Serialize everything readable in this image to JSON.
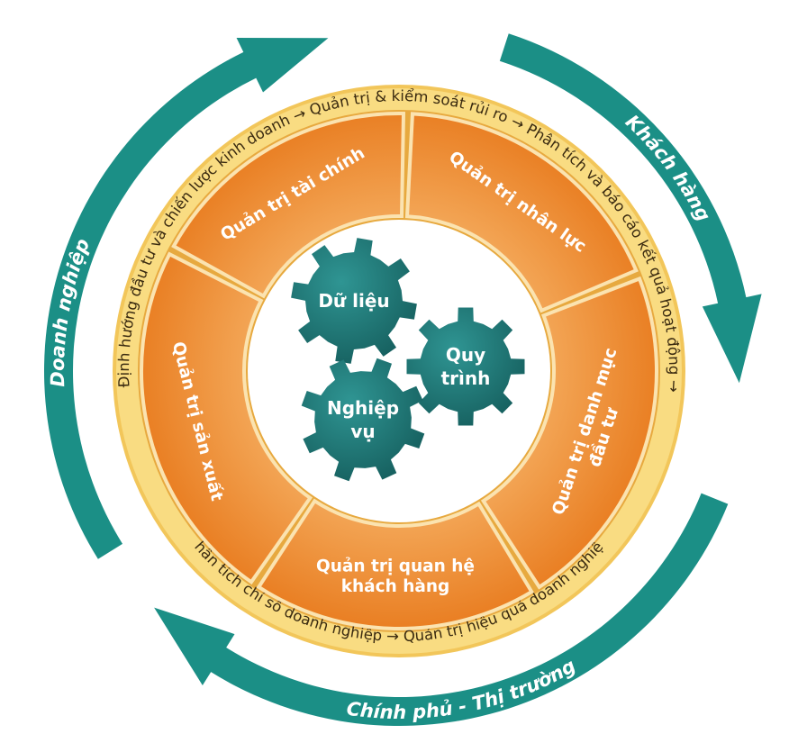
{
  "outer_arrows": [
    {
      "label": "Khách hàng"
    },
    {
      "label": "Chính phủ - Thị trường"
    },
    {
      "label": "Doanh nghiệp"
    }
  ],
  "ring_labels": [
    {
      "text": "Định hướng đầu tư và chiến lược kinh doanh →"
    },
    {
      "text": "Quản trị & kiểm soát rủi ro →"
    },
    {
      "text": "Phân tích và báo cáo kết quả hoạt động →"
    },
    {
      "text": "Quản trị hiệu quả doanh nghiệp"
    },
    {
      "text": "Phân tích chỉ số doanh nghiệp →"
    }
  ],
  "segments": [
    {
      "label": "Quản trị tài chính"
    },
    {
      "label": "Quản trị nhân lực"
    },
    {
      "label": "Quản trị danh mục",
      "label2": "đầu tư"
    },
    {
      "label": "Quản trị quan hệ",
      "label2": "khách hàng"
    },
    {
      "label": "Quản trị sản xuất"
    }
  ],
  "gears": [
    {
      "line1": "Dữ liệu",
      "line2": ""
    },
    {
      "line1": "Quy",
      "line2": "trình"
    },
    {
      "line1": "Nghiệp",
      "line2": "vụ"
    }
  ],
  "colors": {
    "teal": "#1b8f86",
    "teal_dark": "#0f6e68",
    "orange": "#ef8a2e",
    "orange_light": "#f6b266",
    "ring_yellow": "#f7d675",
    "gear": "#217a7a"
  }
}
